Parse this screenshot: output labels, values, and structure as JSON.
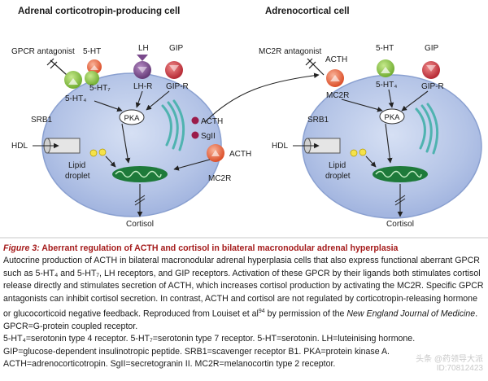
{
  "panels": {
    "left_title": "Adrenal corticotropin-producing cell",
    "right_title": "Adrenocortical cell"
  },
  "left_cell": {
    "antagonist": "GPCR antagonist",
    "r_5ht": "5-HT",
    "r_5ht7": "5-HT₇",
    "r_5ht4": "5-HT₄",
    "lh": "LH",
    "lhr": "LH-R",
    "gip": "GIP",
    "gipr": "GIP-R",
    "pka": "PKA",
    "acth": "ACTH",
    "sgii": "SgII",
    "srb1": "SRB1",
    "hdl": "HDL",
    "lipid": "Lipid",
    "droplet": "droplet",
    "cortisol": "Cortisol",
    "secreted_acth": "ACTH",
    "mc2r": "MC2R"
  },
  "right_cell": {
    "antagonist": "MC2R antagonist",
    "acth": "ACTH",
    "mc2r": "MC2R",
    "r_5ht": "5-HT",
    "r_5ht4": "5-HT₄",
    "gip": "GIP",
    "gipr": "GIP-R",
    "pka": "PKA",
    "srb1": "SRB1",
    "hdl": "HDL",
    "lipid": "Lipid",
    "droplet": "droplet",
    "cortisol": "Cortisol"
  },
  "caption": {
    "figure_label": "Figure 3:",
    "figure_title": " Aberrant regulation of ACTH and cortisol in bilateral macronodular adrenal hyperplasia",
    "para1": "Autocrine production of ACTH in bilateral macronodular adrenal hyperplasia cells that also express functional aberrant GPCR such as 5-HT₄ and 5-HT₇, LH receptors, and GIP receptors. Activation of these GPCR by their ligands both stimulates cortisol release directly and stimulates secretion of ACTH, which increases cortisol production by activating the MC2R. Specific GPCR antagonists can inhibit cortisol secretion. In contrast, ACTH and cortisol are not regulated by corticotropin-releasing hormone or glucocorticoid negative feedback. Reproduced from Louiset et al",
    "para1_ref": "94",
    "para1_tail": " by permission of the ",
    "journal": "New England Journal of Medicine",
    "para2": ". GPCR=G-protein coupled receptor.",
    "line2": "5-HT₄=serotonin type 4 receptor. 5-HT₇=serotonin type 7 receptor. 5-HT=serotonin. LH=luteinising hormone.",
    "line3": "GIP=glucose-dependent insulinotropic peptide. SRB1=scavenger receptor B1. PKA=protein kinase A.",
    "line4": "ACTH=adrenocorticotropin. SgII=secretogranin II. MC2R=melanocortin type 2 receptor."
  },
  "watermark": {
    "line1": "头条 @药领导大派",
    "line2": "ID:70812423"
  },
  "colors": {
    "cell_fill": "#b8c7e8",
    "cell_edge": "#8aa0d0",
    "receptor_green": "#8cc63f",
    "receptor_purple": "#7a4a8c",
    "receptor_red": "#c8323c",
    "receptor_orange": "#e8563a",
    "golgi_teal": "#4fb3b0",
    "mito_green": "#1e7a3a",
    "caption_title": "#a51c1c"
  }
}
